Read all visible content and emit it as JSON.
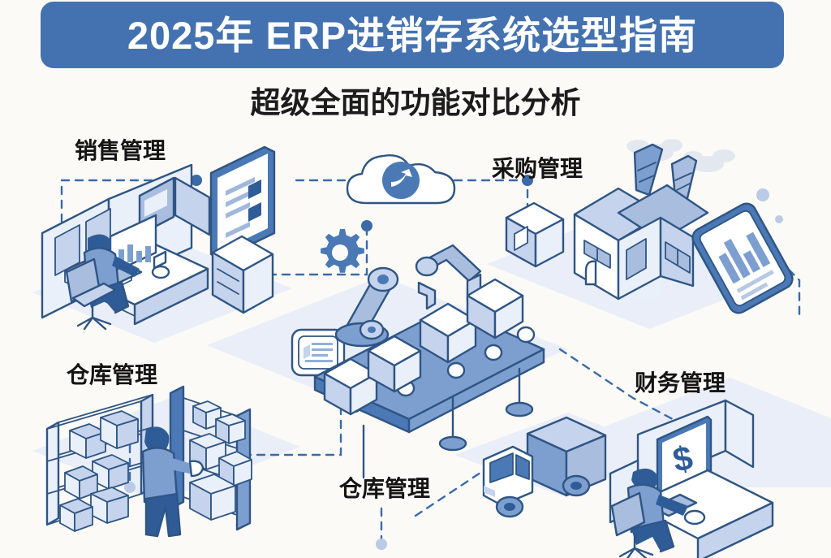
{
  "page": {
    "background_color": "#fbfaf6",
    "accent_color": "#4472b0",
    "line_color": "#2f5584"
  },
  "banner": {
    "title": "2025年 ERP进销存系统选型指南",
    "background_color": "#4472b0",
    "text_color": "#ffffff"
  },
  "subtitle": {
    "text": "超级全面的功能对比分析",
    "text_color": "#1c1c1c"
  },
  "sections": [
    {
      "id": "sales",
      "label": "销售管理",
      "icon": "office-desk-icon",
      "position": "top-left",
      "scene_elements": [
        "office-cubicle",
        "seated-worker",
        "desktop-monitor-bar-chart",
        "dual-wall-monitors",
        "report-panel",
        "filing-cabinet"
      ]
    },
    {
      "id": "purchase",
      "label": "采购管理",
      "icon": "factory-icon",
      "position": "top-right",
      "scene_elements": [
        "package-box",
        "factory-building",
        "two-smokestacks",
        "smoke-puffs",
        "tablet-bar-chart"
      ]
    },
    {
      "id": "warehouse",
      "label": "仓库管理",
      "icon": "shelving-icon",
      "position": "mid-left",
      "scene_elements": [
        "shelf-rack-left",
        "shelf-rack-right",
        "stacked-boxes",
        "warehouse-worker"
      ]
    },
    {
      "id": "finance",
      "label": "财务管理",
      "icon": "dollar-monitor-icon",
      "position": "mid-right",
      "scene_elements": [
        "office-cubicle",
        "seated-worker",
        "monitor-dollar-sign",
        "keyboard",
        "mouse"
      ]
    },
    {
      "id": "logistics",
      "label": "仓库管理",
      "icon": "delivery-truck-icon",
      "position": "bottom-center",
      "scene_elements": [
        "delivery-truck"
      ]
    }
  ],
  "center_hub": {
    "cloud_icon": "cloud-icon",
    "cloud_badge_icon": "swoosh-badge-icon",
    "gear_icon": "gear-icon",
    "document_card_icon": "document-card-icon",
    "production_line": {
      "name": "conveyor-production-line",
      "elements": [
        "robotic-arm-left",
        "robotic-arm-right",
        "conveyor-belt",
        "boxes-on-belt"
      ],
      "box_count": 5,
      "roller_count": 5
    },
    "connector_style": "dashed-with-dots"
  },
  "chart_data": {
    "type": "bar",
    "title": "",
    "charts": [
      {
        "name": "desktop-monitor-bar-chart",
        "categories": [
          "1",
          "2",
          "3",
          "4"
        ],
        "values": [
          55,
          80,
          40,
          65
        ]
      },
      {
        "name": "tablet-bar-chart",
        "categories": [
          "1",
          "2",
          "3",
          "4"
        ],
        "values": [
          72,
          95,
          48,
          88
        ]
      }
    ],
    "xlabel": "",
    "ylabel": "",
    "grid": false,
    "legend": "none"
  }
}
